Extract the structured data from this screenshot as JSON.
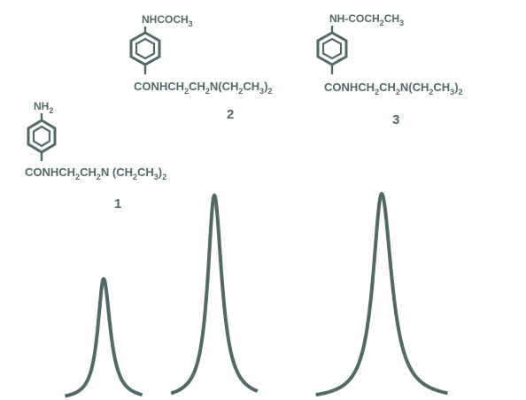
{
  "palette": {
    "ink": "#4f6b67",
    "background": "#ffffff"
  },
  "compounds": [
    {
      "peak_label": "1",
      "substituent": "NH",
      "substituent_sub": "2",
      "chain_parts": [
        {
          "t": "CONHCH"
        },
        {
          "t": "2",
          "sub": true
        },
        {
          "t": "CH"
        },
        {
          "t": "2",
          "sub": true
        },
        {
          "t": "N (CH"
        },
        {
          "t": "2",
          "sub": true
        },
        {
          "t": "CH"
        },
        {
          "t": "3",
          "sub": true
        },
        {
          "t": ")"
        },
        {
          "t": "2",
          "sub": true
        }
      ]
    },
    {
      "peak_label": "2",
      "substituent": "NHCOCH",
      "substituent_sub": "3",
      "chain_parts": [
        {
          "t": "CONHCH"
        },
        {
          "t": "2",
          "sub": true
        },
        {
          "t": "CH"
        },
        {
          "t": "2",
          "sub": true
        },
        {
          "t": "N(CH"
        },
        {
          "t": "2",
          "sub": true
        },
        {
          "t": "CH"
        },
        {
          "t": "3",
          "sub": true
        },
        {
          "t": ")"
        },
        {
          "t": "2",
          "sub": true
        }
      ]
    },
    {
      "peak_label": "3",
      "substituent": "NH-COCH",
      "substituent_sub": "2",
      "substituent_tail": "CH",
      "substituent_tail_sub": "3",
      "chain_parts": [
        {
          "t": "CONHCH"
        },
        {
          "t": "2",
          "sub": true
        },
        {
          "t": "CH"
        },
        {
          "t": "2",
          "sub": true
        },
        {
          "t": "N(CH"
        },
        {
          "t": "2",
          "sub": true
        },
        {
          "t": "CH"
        },
        {
          "t": "3",
          "sub": true
        },
        {
          "t": ")"
        },
        {
          "t": "2",
          "sub": true
        }
      ]
    }
  ],
  "peaks": [
    {
      "label": "1",
      "relative_height": 0.84
    },
    {
      "label": "2",
      "relative_height": 1.42
    },
    {
      "label": "3",
      "relative_height": 1.43
    }
  ]
}
